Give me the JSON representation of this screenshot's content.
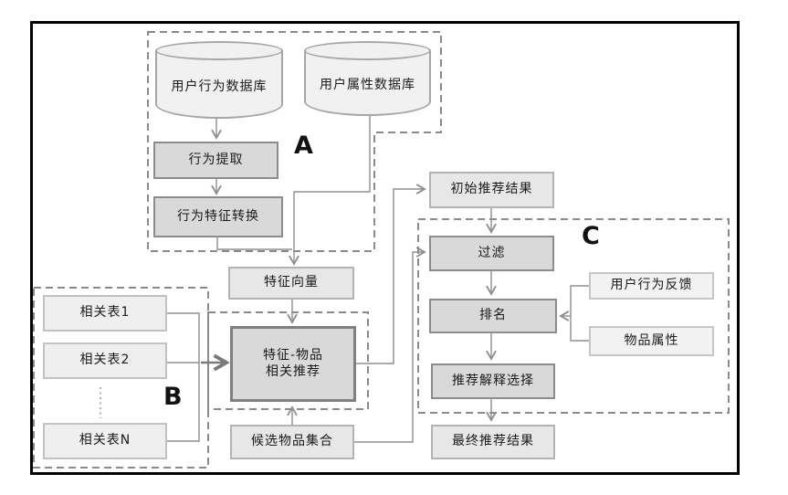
{
  "diagram": {
    "zone_labels": {
      "a": "A",
      "b": "B",
      "c": "C"
    },
    "nodes": {
      "user_behavior_db": "用户行为数据库",
      "user_attribute_db": "用户属性数据库",
      "behavior_extraction": "行为提取",
      "behavior_feature_conversion": "行为特征转换",
      "feature_vector": "特征向量",
      "related_table_1": "相关表1",
      "related_table_2": "相关表2",
      "related_table_n": "相关表N",
      "feature_item_line1": "特征-物品",
      "feature_item_line2": "相关推荐",
      "initial_result": "初始推荐结果",
      "filter": "过滤",
      "ranking": "排名",
      "explanation_selection": "推荐解释选择",
      "final_result": "最终推荐结果",
      "user_behavior_feedback": "用户行为反馈",
      "item_attributes": "物品属性",
      "candidate_item_set": "候选物品集合"
    },
    "colors": {
      "line": "#8f8f8f",
      "dashed_zone": "#8a8a8a",
      "box_fill": "#e7e7e7",
      "box_fill_dark": "#d9d9d9",
      "cylinder_fill": "#f1f1f1",
      "frame": "#000000"
    }
  }
}
